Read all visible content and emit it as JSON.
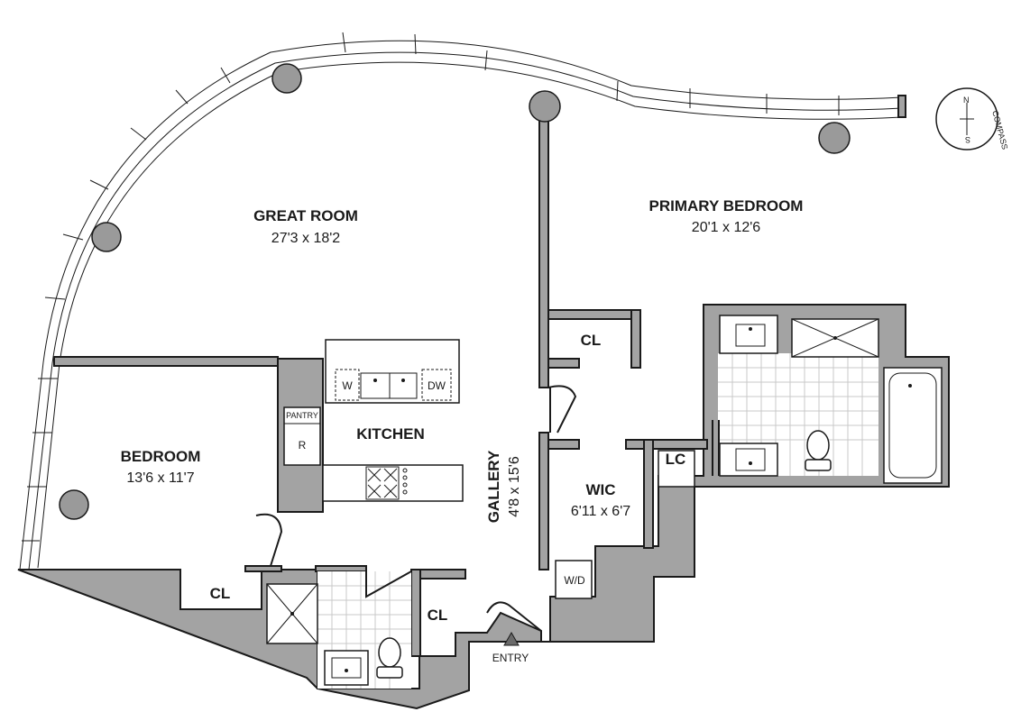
{
  "rooms": {
    "great_room": {
      "name": "GREAT ROOM",
      "dims": "27'3 x 18'2"
    },
    "primary_bedroom": {
      "name": "PRIMARY BEDROOM",
      "dims": "20'1 x 12'6"
    },
    "bedroom": {
      "name": "BEDROOM",
      "dims": "13'6 x 11'7"
    },
    "kitchen": {
      "name": "KITCHEN"
    },
    "gallery": {
      "name": "GALLERY",
      "dims": "4'8 x 15'6"
    },
    "wic": {
      "name": "WIC",
      "dims": "6'11 x 6'7"
    }
  },
  "labels": {
    "cl_primary": "CL",
    "cl_bedroom": "CL",
    "cl_entry": "CL",
    "lc": "LC",
    "wd": "W/D",
    "pantry": "PANTRY",
    "r": "R",
    "w": "W",
    "dw": "DW",
    "entry": "ENTRY"
  },
  "compass": {
    "n": "N",
    "s": "S",
    "text": "COMPASS"
  },
  "colors": {
    "wall": "#a3a3a3",
    "line": "#1a1a1a",
    "column": "#9a9a9a"
  }
}
